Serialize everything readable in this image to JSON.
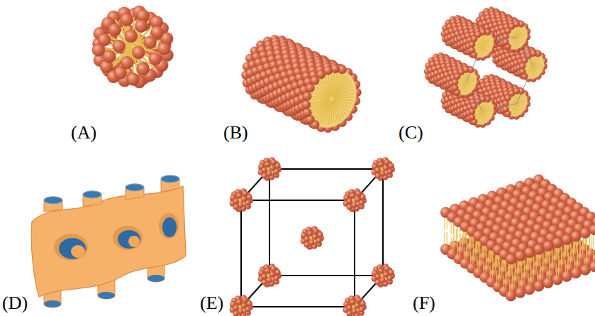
{
  "diagram": {
    "labels": [
      "(A)",
      "(B)",
      "(C)",
      "(D)",
      "(E)",
      "(F)"
    ]
  }
}
